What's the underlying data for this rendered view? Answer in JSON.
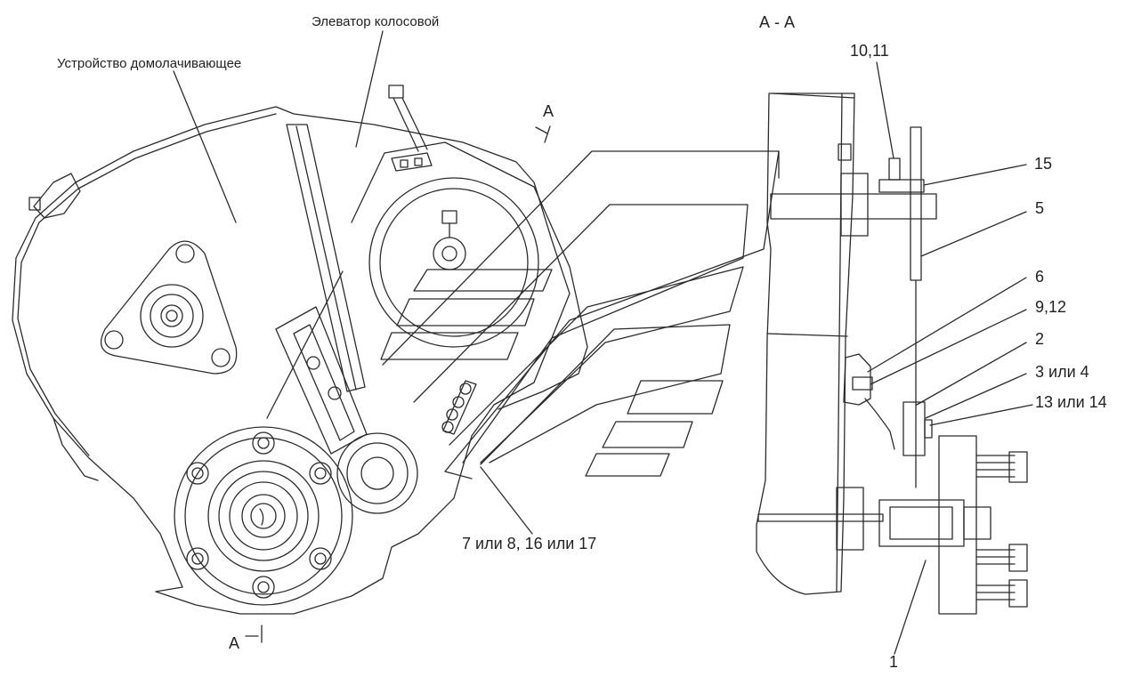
{
  "labels": {
    "elevator": "Элеватор колосовой",
    "threshing_device": "Устройство домолачивающее",
    "section_title": "А - А",
    "section_mark_top": "А",
    "section_mark_bottom": "А",
    "callout_7_8_16_17": "7 или 8, 16 или 17",
    "callout_10_11": "10,11",
    "callout_15": "15",
    "callout_5": "5",
    "callout_6": "6",
    "callout_9_12": "9,12",
    "callout_2": "2",
    "callout_3_4": "3 или 4",
    "callout_13_14": "13 или 14",
    "callout_1": "1"
  },
  "colors": {
    "line": "#2b2b2b",
    "text": "#222222",
    "background": "#ffffff"
  }
}
